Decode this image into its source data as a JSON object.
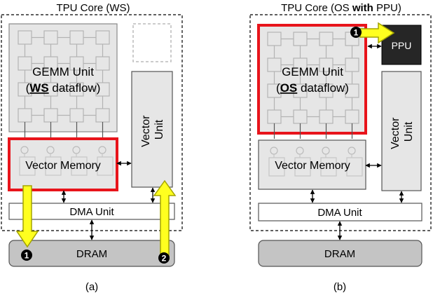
{
  "panel_a": {
    "title": "TPU Core (WS)",
    "gemm": {
      "line1": "GEMM Unit",
      "paren_open": "(",
      "bold": "WS",
      "suffix": " dataflow)"
    },
    "vector_memory": "Vector Memory",
    "vector_unit": {
      "line1": "Vector",
      "line2": "Unit"
    },
    "dma_unit": "DMA Unit",
    "dram": "DRAM",
    "step_1": "1",
    "step_2": "2",
    "caption": "(a)"
  },
  "panel_b": {
    "title_prefix": "TPU Core (OS ",
    "title_bold": "with",
    "title_suffix": " PPU)",
    "gemm": {
      "line1": "GEMM Unit",
      "paren_open": "(",
      "bold": "OS",
      "suffix": " dataflow)"
    },
    "ppu": "PPU",
    "vector_memory": "Vector Memory",
    "vector_unit": {
      "line1": "Vector",
      "line2": "Unit"
    },
    "dma_unit": "DMA Unit",
    "dram": "DRAM",
    "step_1": "1",
    "caption": "(b)"
  },
  "colors": {
    "highlight": "#e8141b",
    "arrow_fill": "#ffff1f",
    "arrow_stroke": "#a3a300",
    "unit_fill": "#e6e6e6",
    "dram_fill": "#c4c4c4",
    "ppu_fill": "#262626"
  }
}
